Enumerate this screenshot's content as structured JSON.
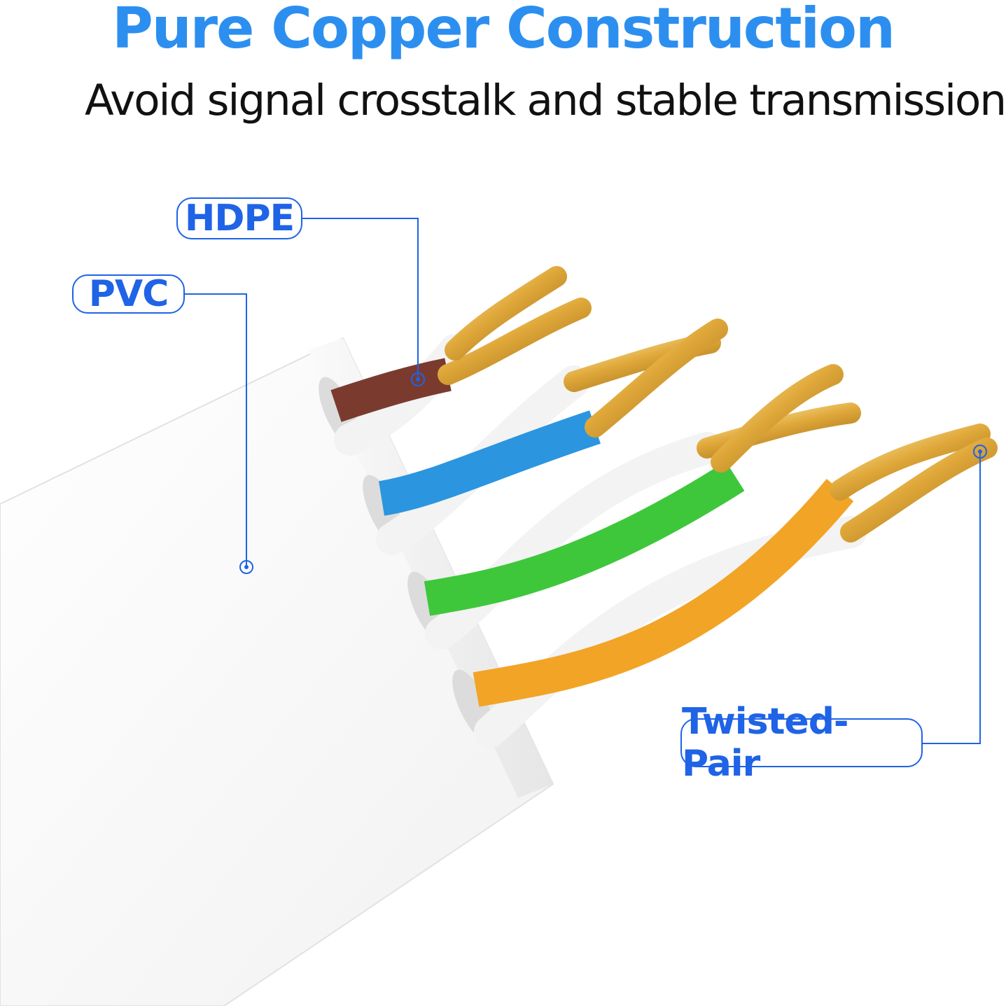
{
  "header": {
    "title": "Pure Copper Construction",
    "subtitle": "Avoid signal crosstalk and stable transmission"
  },
  "labels": {
    "hdpe": "HDPE",
    "pvc": "PVC",
    "twisted_pair": "Twisted-Pair"
  },
  "colors": {
    "accent": "#2c8ff0",
    "label_blue": "#1f63e6",
    "brown_wire": "#7a3b2e",
    "blue_wire": "#2b95e0",
    "green_wire": "#3ec73a",
    "orange_wire": "#f2a426",
    "copper": "#d9a13a"
  }
}
